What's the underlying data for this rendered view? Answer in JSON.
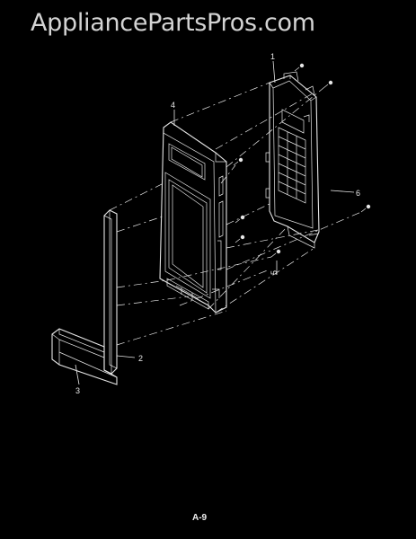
{
  "header": {
    "watermark": "AppliancePartsPros.com"
  },
  "diagram": {
    "callouts": {
      "part_1": "1",
      "part_2": "2",
      "part_3": "3",
      "part_4": "4",
      "part_5": "5",
      "part_6": "6"
    },
    "page_label": "A-9"
  },
  "colors": {
    "background": "#000000",
    "linework": "#e6e6e6",
    "watermark": "#d4d4d4"
  }
}
